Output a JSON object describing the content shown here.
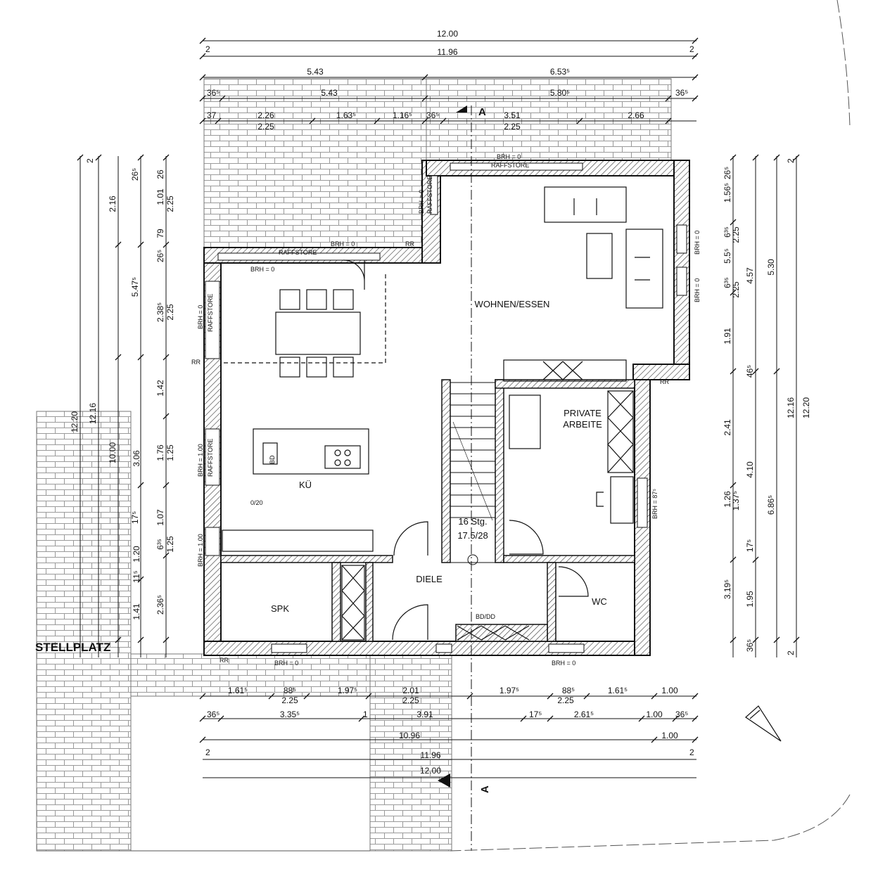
{
  "dims_top": {
    "total": "12.00",
    "inner": "11.96",
    "left_span": "5.43",
    "right_span": "6.53⁵",
    "r3": [
      "36⁵",
      "5.43",
      "5.80⁵",
      "36⁵"
    ],
    "r4": [
      "37",
      "2.26",
      "1.63⁵",
      "1.16⁵",
      "36⁵",
      "3.51",
      "2.66"
    ],
    "r4_sub": [
      "2.25",
      "2.25"
    ],
    "edge_num": "2"
  },
  "dims_left": {
    "outer": [
      "12.20",
      "12.16"
    ],
    "col1": [
      "2.16",
      "5.47⁵",
      "10.00"
    ],
    "col2": [
      "26⁵",
      "79",
      "26⁵",
      "2.38⁵",
      "1.42",
      "3.06",
      "17⁵",
      "6³⁵",
      "11⁵",
      "1.20",
      "1.41"
    ],
    "col3": [
      "26",
      "1.01",
      "2.25",
      "2.25",
      "1.76",
      "1.25",
      "1.07",
      "1.25",
      "2.36⁵"
    ],
    "edge_num": "2"
  },
  "dims_right": {
    "col1": [
      "26⁵",
      "1.56⁵",
      "6³⁵",
      "5.5⁵",
      "6³⁵",
      "1.91",
      "46⁵",
      "2.41",
      "1.26",
      "17⁵",
      "3.19⁵",
      "36⁵"
    ],
    "col2": [
      "2.25",
      "2.25",
      "1.37⁵"
    ],
    "col3": [
      "4.57",
      "4.10",
      "6.86⁵",
      "1.95"
    ],
    "col4": [
      "5.30",
      "12.16",
      "12.20"
    ],
    "edge_num": "2"
  },
  "dims_bottom": {
    "r1": [
      "1.61⁵",
      "88⁵",
      "1.97⁵",
      "2.01",
      "1.97⁵",
      "88⁵",
      "1.61⁵",
      "1.00"
    ],
    "r1_sub": [
      "2.25",
      "2.25",
      "2.25"
    ],
    "r2": [
      "36⁵",
      "3.35⁵",
      "1",
      "3.91",
      "17⁵",
      "2.61⁵",
      "1.00",
      "36⁵"
    ],
    "r3": [
      "10.96",
      "1.00"
    ],
    "r4": "11.96",
    "r5": "12.00",
    "edge_num": "2"
  },
  "rooms": {
    "wohnen": "WOHNEN/ESSEN",
    "private_1": "PRIVATE",
    "private_2": "ARBEITE",
    "kueche": "KÜ",
    "kueche_sub": "0/20",
    "diele": "DIELE",
    "spk": "SPK",
    "wc": "WC",
    "stellplatz": "STELLPLATZ"
  },
  "stairs": {
    "steps": "16 Stg.",
    "ratio": "17.5/28"
  },
  "notes": {
    "brh0": "BRH = 0",
    "brh100": "BRH = 1.00",
    "brh87": "BRH = 87⁵",
    "raffstore": "RAFFSTORE",
    "rr": "RR",
    "bddd": "BD/DD",
    "bd": "BD",
    "section": "A"
  },
  "colors": {
    "line": "#111111",
    "wall_hatch": "#333333",
    "paving": "#9a9a9a"
  }
}
